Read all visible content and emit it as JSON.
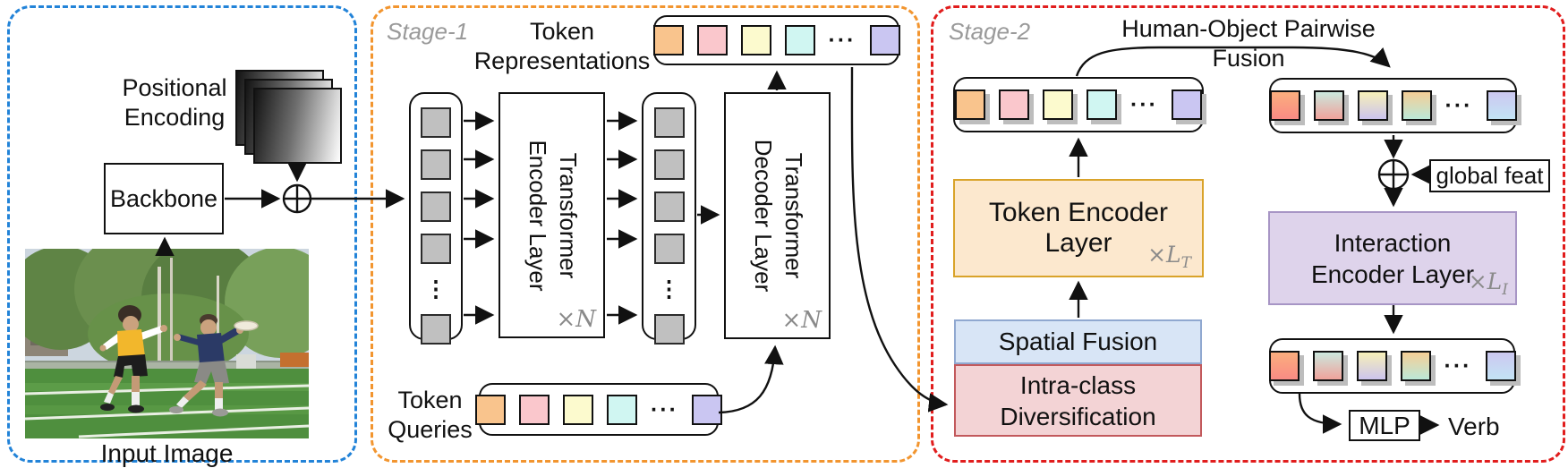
{
  "input_panel": {
    "positional_encoding_line1": "Positional",
    "positional_encoding_line2": "Encoding",
    "backbone_label": "Backbone",
    "input_image_caption": "Input Image",
    "border_color": "#2283d8"
  },
  "stage1": {
    "stage_label": "Stage-1",
    "token_representations_line1": "Token",
    "token_representations_line2": "Representations",
    "transformer_encoder_line1": "Transformer",
    "transformer_encoder_line2": "Encoder Layer",
    "encoder_repeat": "×N",
    "transformer_decoder_line1": "Transformer",
    "transformer_decoder_line2": "Decoder Layer",
    "decoder_repeat": "×N",
    "token_queries_line1": "Token",
    "token_queries_line2": "Queries",
    "ellipsis_vertical": "⋮",
    "ellipsis_horizontal": "···",
    "token_colors": [
      "#f9c48d",
      "#fac7cc",
      "#fcface",
      "#d0f6f2",
      "#cac6f2"
    ],
    "feature_square_color": "#c0c0c0",
    "border_color": "#f2952f"
  },
  "stage2": {
    "stage_label": "Stage-2",
    "title": "Human-Object Pairwise Fusion",
    "token_encoder_label": "Token Encoder Layer",
    "token_encoder_repeat_main": "×L",
    "token_encoder_repeat_sub": "T",
    "spatial_fusion_label": "Spatial Fusion",
    "intra_class_line1": "Intra-class",
    "intra_class_line2": "Diversification",
    "interaction_encoder_line1": "Interaction",
    "interaction_encoder_line2": "Encoder Layer",
    "interaction_repeat_main": "×L",
    "interaction_repeat_sub": "I",
    "global_feat_label": "global feat",
    "mlp_label": "MLP",
    "verb_label": "Verb",
    "solid_token_colors": [
      "#f9c48d",
      "#fac7cc",
      "#fcface",
      "#d0f6f2",
      "#cac6f2"
    ],
    "gradient_token_colors": [
      [
        "#fbae7e",
        "#f98b84"
      ],
      [
        "#cbe8de",
        "#f0a29b"
      ],
      [
        "#f7f0b8",
        "#ccc4ee"
      ],
      [
        "#f5ce96",
        "#bbe8d8"
      ],
      [
        "#ccc8f0",
        "#c3e3f5"
      ]
    ],
    "token_encoder_fill": "#fce8ce",
    "spatial_fusion_fill": "#d8e5f6",
    "intra_class_fill": "#f3d3d5",
    "interaction_fill": "#ded3eb",
    "border_color": "#e11d1d"
  }
}
